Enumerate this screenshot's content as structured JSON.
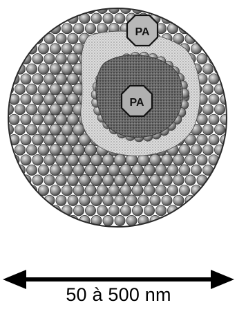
{
  "diagram": {
    "badges": [
      {
        "id": "outer",
        "label": "PA"
      },
      {
        "id": "inner",
        "label": "PA"
      }
    ],
    "scale": {
      "label": "50 à 500 nm"
    },
    "colors": {
      "bead": "#8c8c8c",
      "bead_highlight": "#d8d8d8",
      "bead_shadow": "#3a3a3a",
      "outer_stipple": "#c8c8c8",
      "inner_stipple": "#5a5a5a",
      "badge_fill": "#b5b5b5",
      "ink": "#000000"
    }
  }
}
